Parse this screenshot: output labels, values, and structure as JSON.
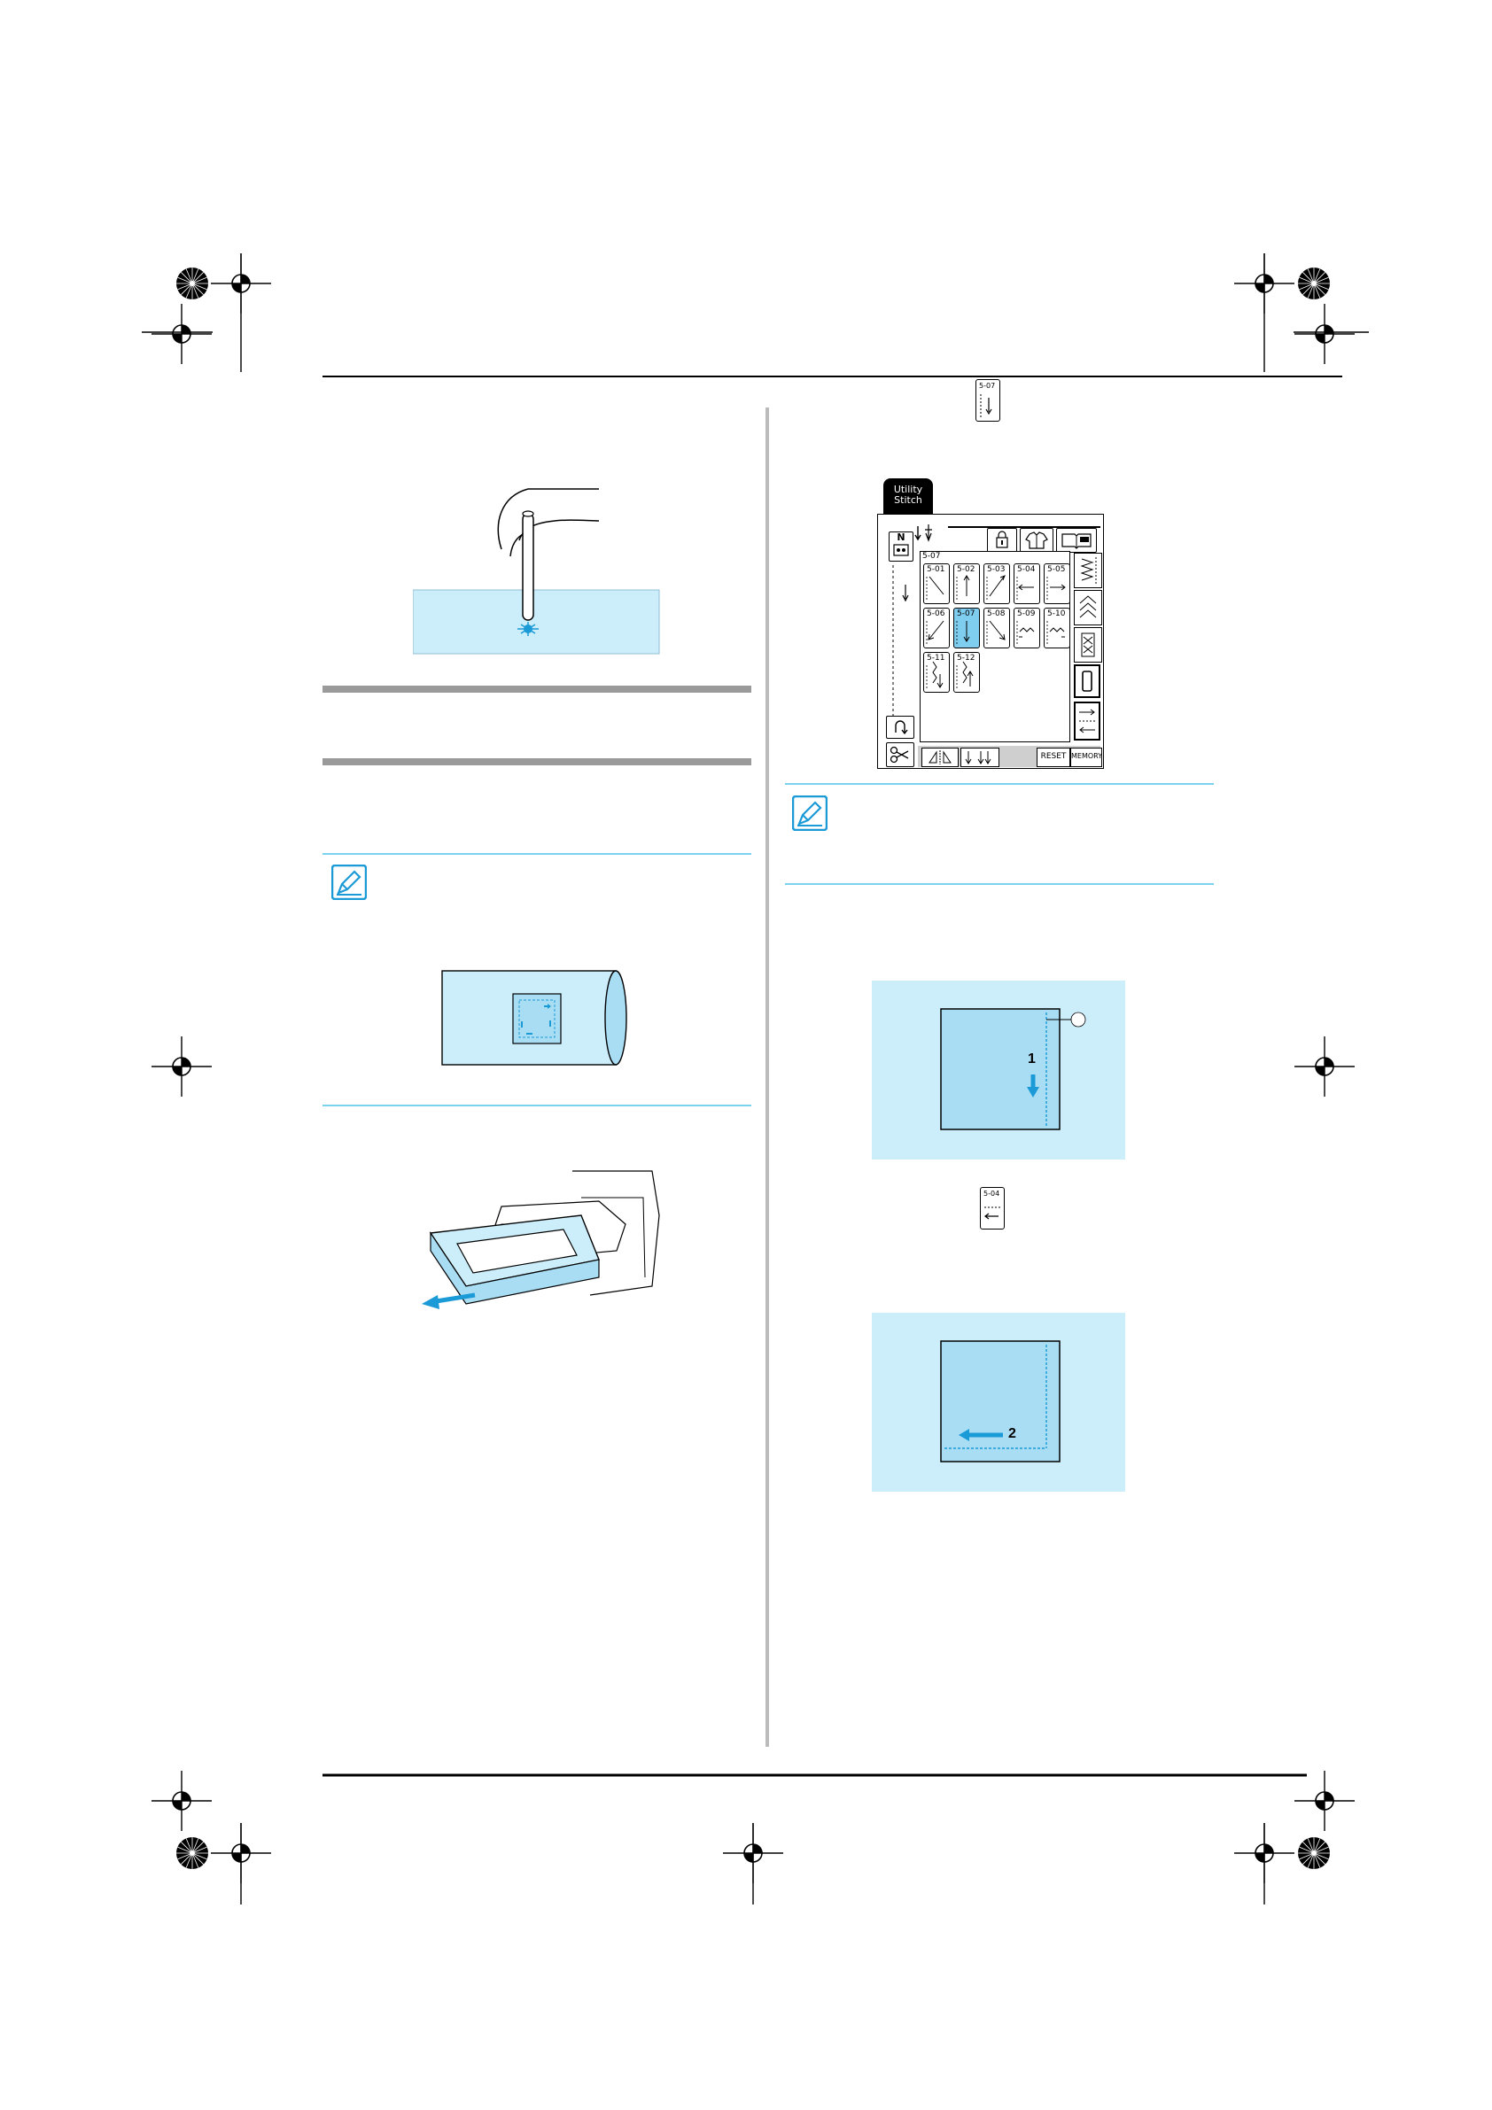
{
  "screen": {
    "tab_label_line1": "Utility",
    "tab_label_line2": "Stitch",
    "header_code": "5-07",
    "tiles": [
      {
        "code": "5-01"
      },
      {
        "code": "5-02"
      },
      {
        "code": "5-03"
      },
      {
        "code": "5-04"
      },
      {
        "code": "5-05"
      },
      {
        "code": "5-06"
      },
      {
        "code": "5-07"
      },
      {
        "code": "5-08"
      },
      {
        "code": "5-09"
      },
      {
        "code": "5-10"
      },
      {
        "code": "5-11"
      },
      {
        "code": "5-12"
      }
    ],
    "reset_label": "RESET",
    "memory_label": "MEMORY",
    "n_label": "N"
  },
  "inline_keys": {
    "key_top": "5-07",
    "key_mid": "5-04"
  },
  "diagrams": {
    "step1_number": "1",
    "step2_number": "2"
  },
  "colors": {
    "light_blue": "#cceefa",
    "mid_blue": "#a9ddf4",
    "accent_blue": "#1a9ad6",
    "rule_blue": "#4fc3ea"
  }
}
